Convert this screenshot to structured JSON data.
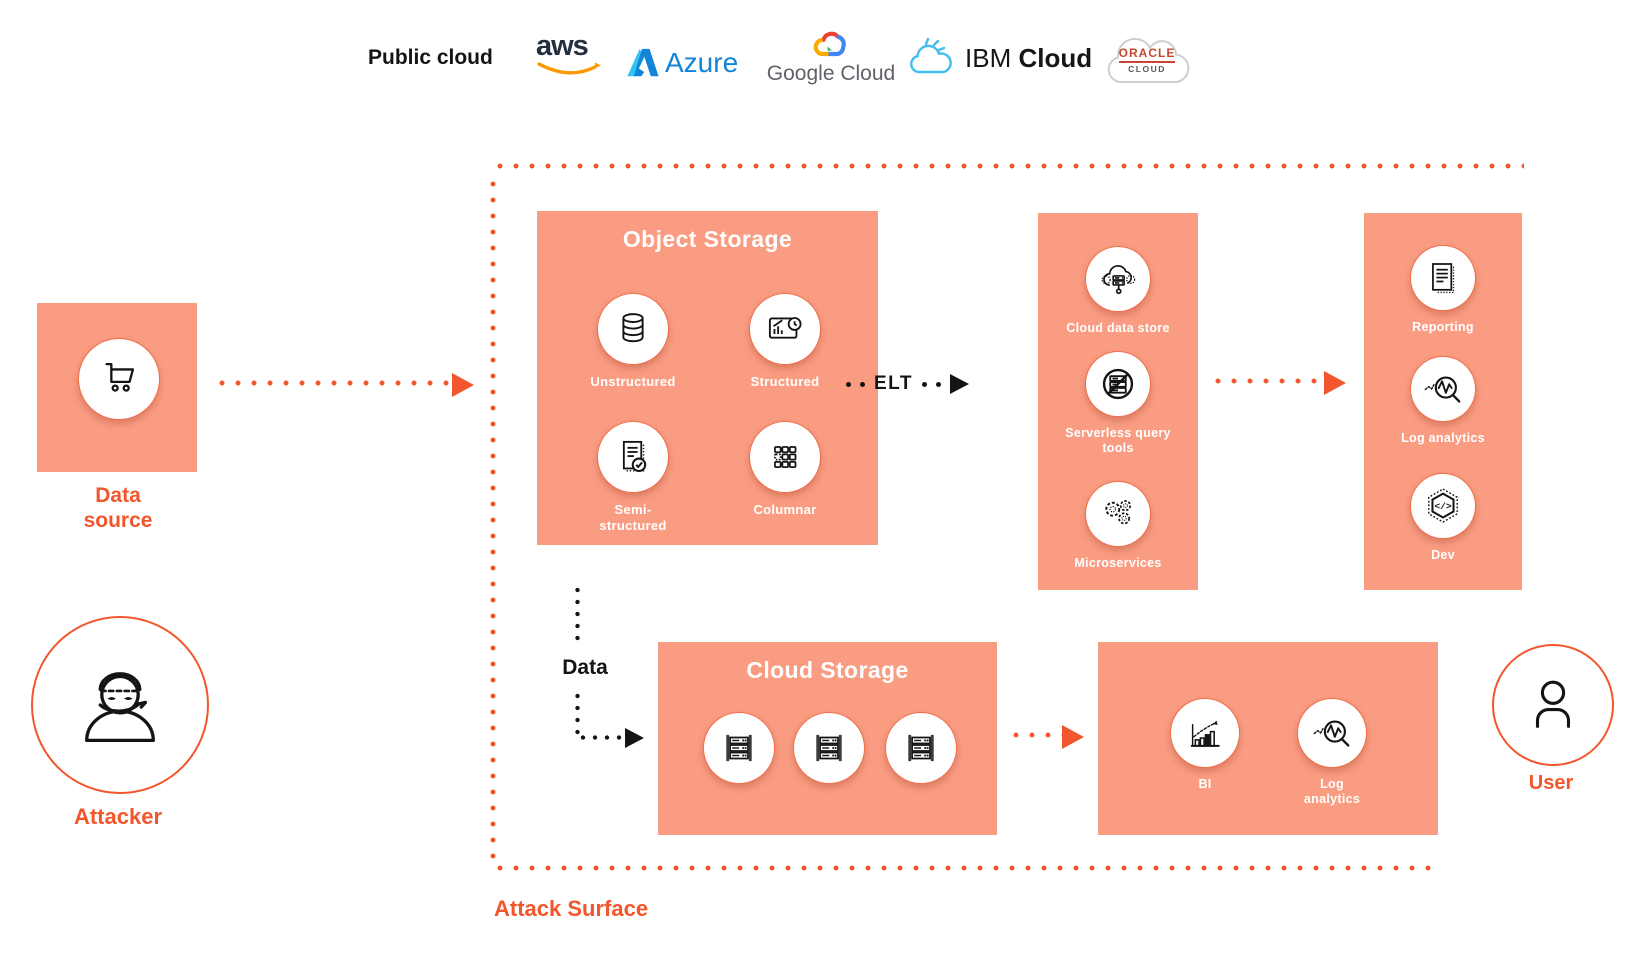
{
  "colors": {
    "salmon": "#F99C82",
    "accent": "#F2562C",
    "ink": "#141414",
    "aws_dark": "#232F3E",
    "aws_orange": "#FF9900",
    "azure_blue": "#1285D8",
    "google_gray": "#5F6368",
    "oracle_red": "#C74634"
  },
  "header": {
    "title": "Public cloud",
    "logos": {
      "aws": "aws",
      "azure": "Azure",
      "google": "Google Cloud",
      "ibm_prefix": "IBM",
      "ibm_bold": "Cloud",
      "oracle_top": "ORACLE",
      "oracle_bottom": "CLOUD"
    }
  },
  "data_source": {
    "label": "Data source",
    "icon": "shopping-cart-icon"
  },
  "attacker": {
    "label": "Attacker",
    "icon": "attacker-icon"
  },
  "attack_surface": {
    "label": "Attack Surface"
  },
  "object_storage": {
    "title": "Object Storage",
    "items": [
      {
        "label": "Unstructured",
        "icon": "database-icon"
      },
      {
        "label": "Structured",
        "icon": "chart-board-icon"
      },
      {
        "label": "Semi-structured",
        "icon": "document-check-icon"
      },
      {
        "label": "Columnar",
        "icon": "grid-icon"
      }
    ]
  },
  "elt": {
    "label": "ELT"
  },
  "query_stack": {
    "items": [
      {
        "label": "Cloud data store",
        "icon": "cloud-server-icon"
      },
      {
        "label": "Serverless query tools",
        "icon": "serverless-icon"
      },
      {
        "label": "Microservices",
        "icon": "gears-icon"
      }
    ]
  },
  "consumer_stack": {
    "items": [
      {
        "label": "Reporting",
        "icon": "report-document-icon"
      },
      {
        "label": "Log analytics",
        "icon": "log-analytics-icon"
      },
      {
        "label": "Dev",
        "icon": "dev-hexagon-icon",
        "glyph": "</>"
      }
    ]
  },
  "data_flow": {
    "label": "Data"
  },
  "cloud_storage": {
    "title": "Cloud Storage",
    "icon": "server-rack-icon"
  },
  "bi_stack": {
    "items": [
      {
        "label": "BI",
        "icon": "bi-chart-icon"
      },
      {
        "label": "Log analytics",
        "icon": "log-analytics-icon"
      }
    ]
  },
  "user": {
    "label": "User",
    "icon": "person-icon"
  }
}
